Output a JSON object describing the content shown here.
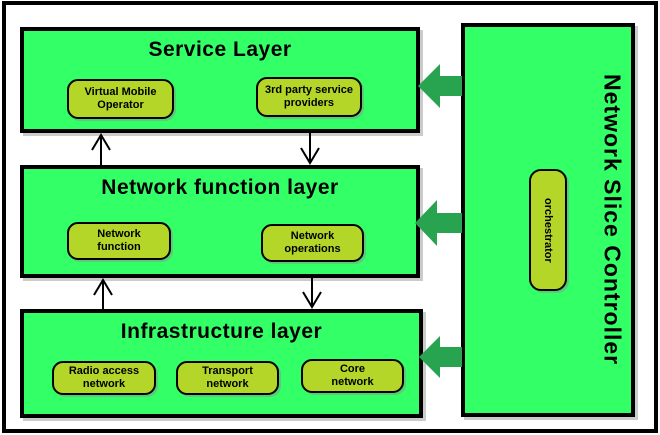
{
  "colors": {
    "layer_green": "#33FF66",
    "node_yellow_green": "#B4D628",
    "block_arrow_green": "#28A450",
    "border_black": "#000000"
  },
  "layers": {
    "service": {
      "title": "Service Layer",
      "nodes": {
        "virtual_mobile_operator": "Virtual Mobile Operator",
        "third_party": "3rd party service providers"
      }
    },
    "network_function": {
      "title": "Network function layer",
      "nodes": {
        "network_function": "Network function",
        "network_operations": "Network operations"
      }
    },
    "infrastructure": {
      "title": "Infrastructure layer",
      "nodes": {
        "radio_access": "Radio access network",
        "transport": "Transport network",
        "core": "Core network"
      }
    }
  },
  "controller": {
    "title": "Network Slice Controller",
    "node": "orchestrator"
  }
}
